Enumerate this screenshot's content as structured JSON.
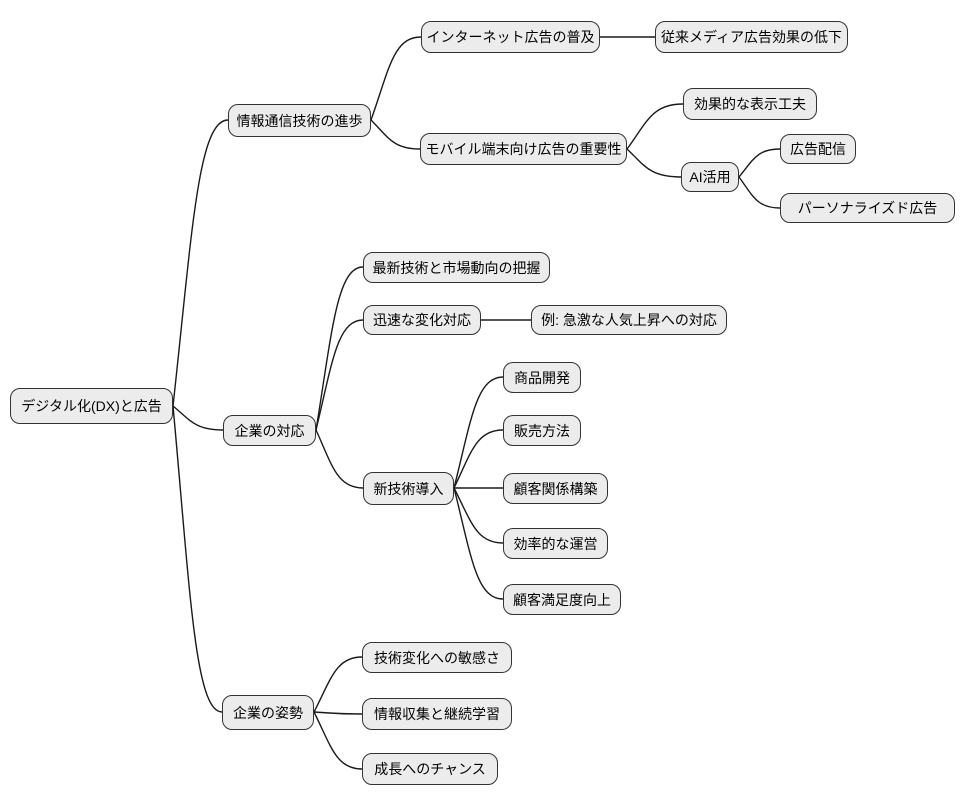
{
  "diagram": {
    "type": "mindmap",
    "background_color": "#ffffff",
    "node_fill_color": "#ececec",
    "node_border_color": "#333333",
    "edge_color": "#1a1a1a",
    "text_color": "#000000",
    "tree": {
      "label": "デジタル化(DX)と広告",
      "children": [
        {
          "label": "情報通信技術の進歩",
          "children": [
            {
              "label": "インターネット広告の普及",
              "children": [
                {
                  "label": "従来メディア広告効果の低下",
                  "children": []
                }
              ]
            },
            {
              "label": "モバイル端末向け広告の重要性",
              "children": [
                {
                  "label": "効果的な表示工夫",
                  "children": []
                },
                {
                  "label": "AI活用",
                  "children": [
                    {
                      "label": "広告配信",
                      "children": []
                    },
                    {
                      "label": "パーソナライズド広告",
                      "children": []
                    }
                  ]
                }
              ]
            }
          ]
        },
        {
          "label": "企業の対応",
          "children": [
            {
              "label": "最新技術と市場動向の把握",
              "children": []
            },
            {
              "label": "迅速な変化対応",
              "children": [
                {
                  "label": "例: 急激な人気上昇への対応",
                  "children": []
                }
              ]
            },
            {
              "label": "新技術導入",
              "children": [
                {
                  "label": "商品開発",
                  "children": []
                },
                {
                  "label": "販売方法",
                  "children": []
                },
                {
                  "label": "顧客関係構築",
                  "children": []
                },
                {
                  "label": "効率的な運営",
                  "children": []
                },
                {
                  "label": "顧客満足度向上",
                  "children": []
                }
              ]
            }
          ]
        },
        {
          "label": "企業の姿勢",
          "children": [
            {
              "label": "技術変化への敏感さ",
              "children": []
            },
            {
              "label": "情報収集と継続学習",
              "children": []
            },
            {
              "label": "成長へのチャンス",
              "children": []
            }
          ]
        }
      ]
    }
  }
}
